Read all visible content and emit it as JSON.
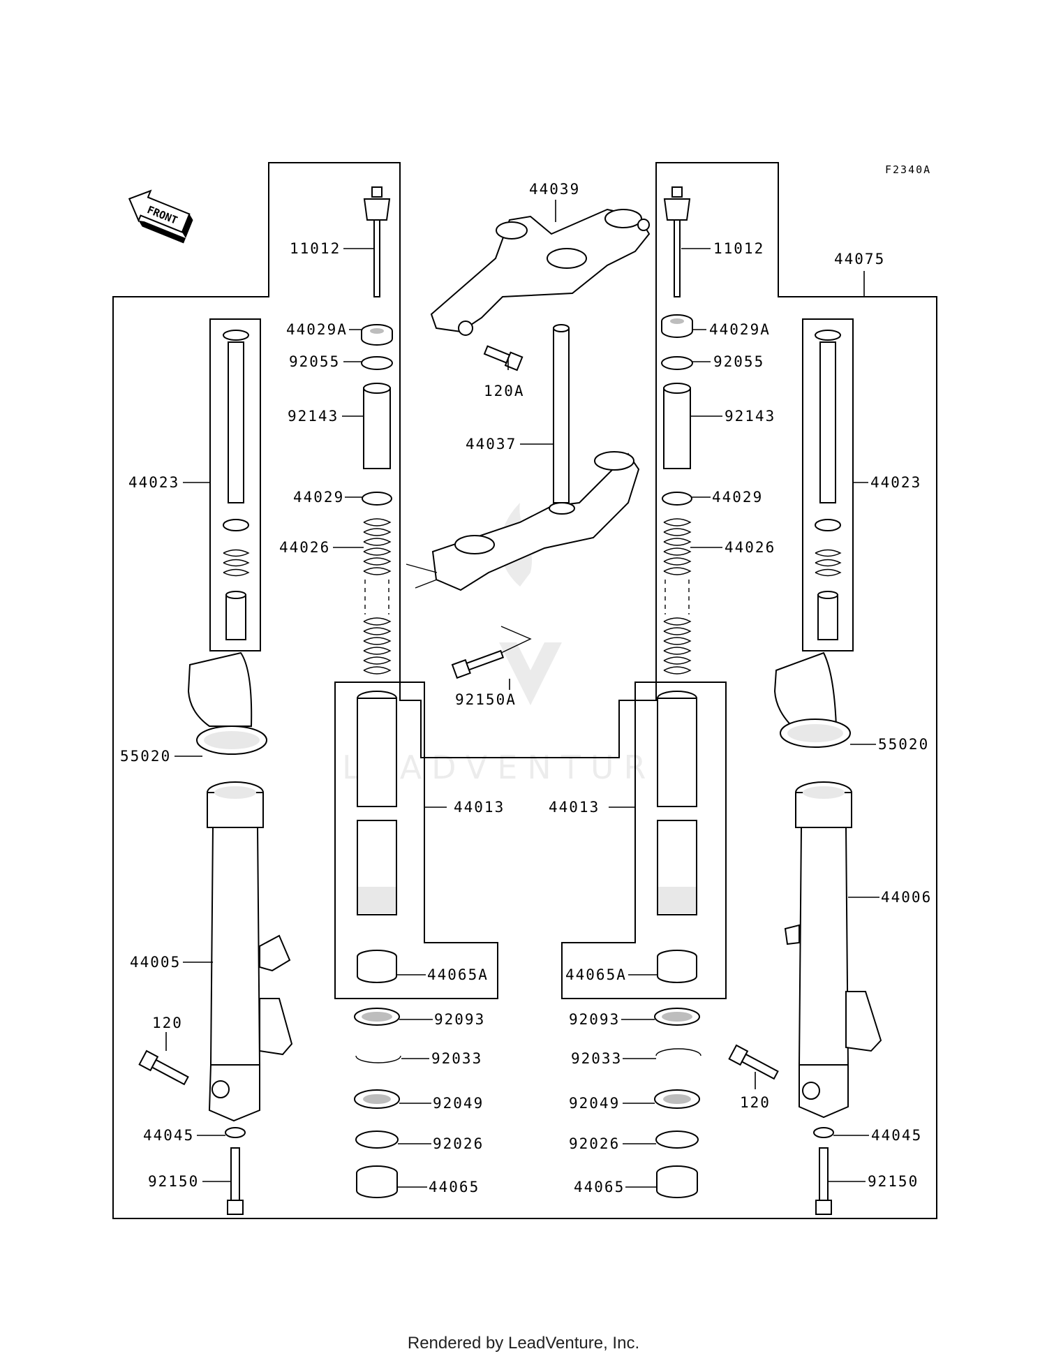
{
  "diagram_code": "F2340A",
  "front_label": "FRONT",
  "watermark": "LEADVENTURE",
  "footer": "Rendered by LeadVenture, Inc.",
  "labels": {
    "p11012_l": "11012",
    "p11012_r": "11012",
    "p44039": "44039",
    "p44075": "44075",
    "p44029A_l": "44029A",
    "p44029A_r": "44029A",
    "p92055_l": "92055",
    "p92055_r": "92055",
    "p120A": "120A",
    "p92143_l": "92143",
    "p92143_r": "92143",
    "p44037": "44037",
    "p44023_l": "44023",
    "p44023_r": "44023",
    "p44029_l": "44029",
    "p44029_r": "44029",
    "p44026_l": "44026",
    "p44026_r": "44026",
    "p92150A": "92150A",
    "p55020_l": "55020",
    "p55020_r": "55020",
    "p44013_l": "44013",
    "p44013_r": "44013",
    "p44006": "44006",
    "p44005": "44005",
    "p44065A_l": "44065A",
    "p44065A_r": "44065A",
    "p120_l": "120",
    "p120_r": "120",
    "p92093_l": "92093",
    "p92093_r": "92093",
    "p92033_l": "92033",
    "p92033_r": "92033",
    "p92049_l": "92049",
    "p92049_r": "92049",
    "p44045_l": "44045",
    "p44045_r": "44045",
    "p92026_l": "92026",
    "p92026_r": "92026",
    "p92150_l": "92150",
    "p92150_r": "92150",
    "p44065_l": "44065",
    "p44065_r": "44065"
  }
}
